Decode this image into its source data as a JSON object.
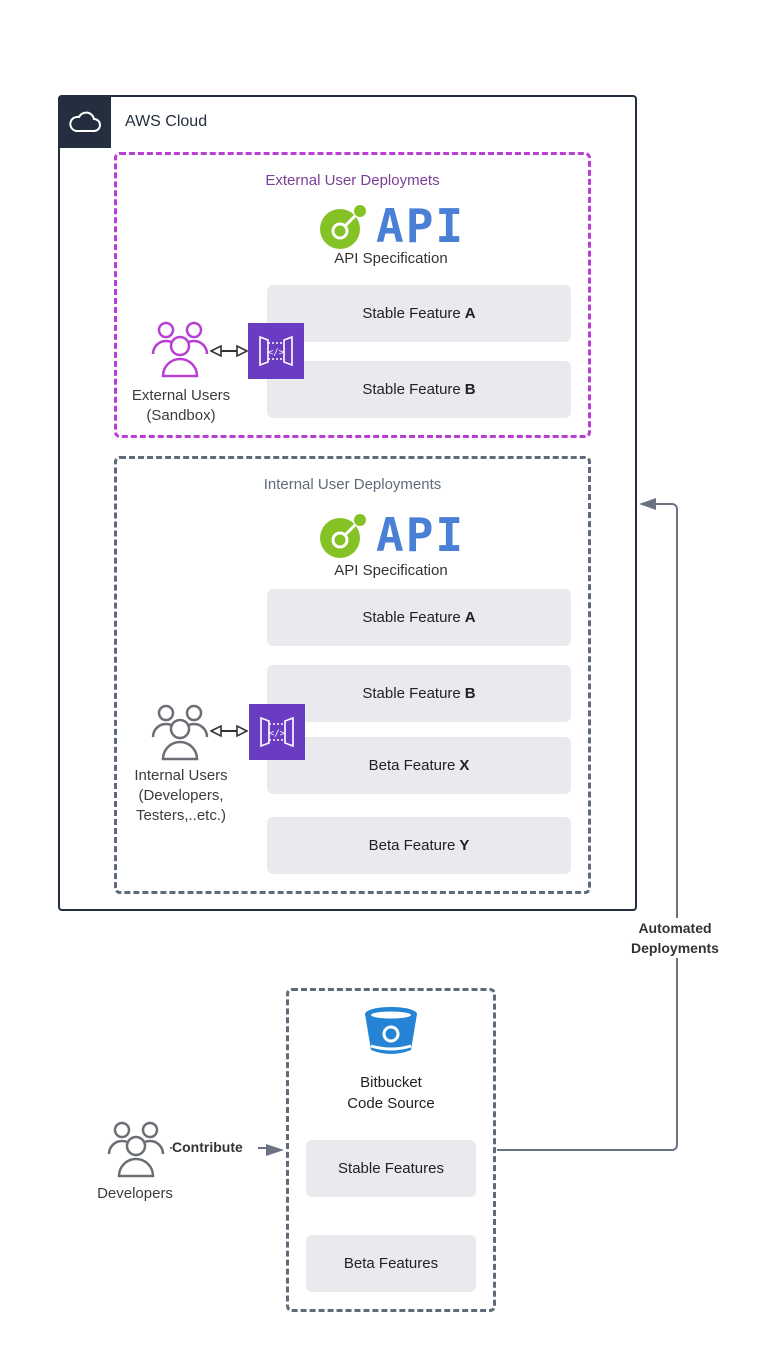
{
  "aws_cloud": {
    "title": "AWS Cloud",
    "icon": "cloud-icon"
  },
  "external": {
    "title": "External User Deploymets",
    "api_word": "API",
    "api_caption": "API Specification",
    "features": [
      {
        "prefix": "Stable Feature",
        "key": "A"
      },
      {
        "prefix": "Stable Feature",
        "key": "B"
      }
    ],
    "users_label_line1": "External Users",
    "users_label_line2": "(Sandbox)",
    "colors": {
      "border": "#b93fd4",
      "users": "#b93fd4",
      "title": "#7b3f97"
    }
  },
  "internal": {
    "title": "Internal User Deployments",
    "api_word": "API",
    "api_caption": "API Specification",
    "features": [
      {
        "prefix": "Stable Feature",
        "key": "A"
      },
      {
        "prefix": "Stable Feature",
        "key": "B"
      },
      {
        "prefix": "Beta Feature",
        "key": "X"
      },
      {
        "prefix": "Beta Feature",
        "key": "Y"
      }
    ],
    "users_label_line1": "Internal Users",
    "users_label_line2": "(Developers,",
    "users_label_line3": "Testers,..etc.)",
    "colors": {
      "border": "#5f6b7a",
      "users": "#6b6f75"
    }
  },
  "bitbucket": {
    "title_line1": "Bitbucket",
    "title_line2": "Code Source",
    "features": [
      "Stable Features",
      "Beta Features"
    ],
    "icon_color": "#2684d6"
  },
  "developers": {
    "label": "Developers"
  },
  "edges": {
    "contribute": "Contribute",
    "automated_line1": "Automated",
    "automated_line2": "Deployments"
  },
  "colors": {
    "aws_dark": "#232f3e",
    "gateway": "#6a3cc1",
    "api_green": "#84c225",
    "api_blue": "#4a7fd6",
    "feature_bg": "#e8eaed",
    "connector": "#6b7280"
  }
}
